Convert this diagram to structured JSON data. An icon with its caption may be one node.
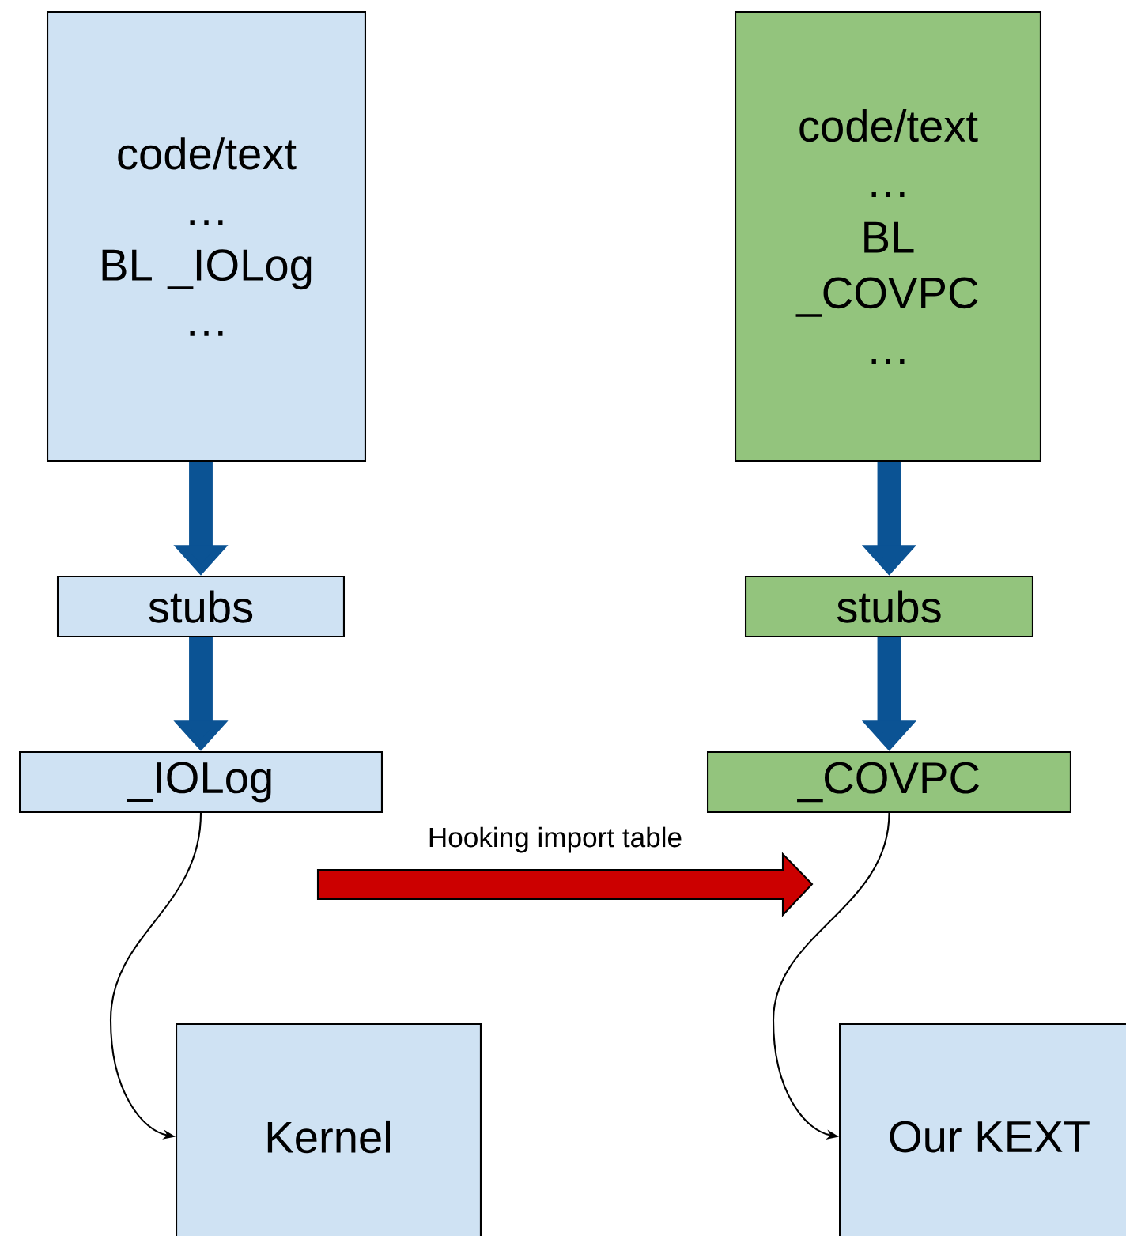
{
  "diagram": {
    "nodes": [
      {
        "text": [
          "code/text",
          "…",
          "BL _IOLog",
          "…"
        ]
      },
      {
        "text": [
          "stubs"
        ]
      },
      {
        "text": [
          "_IOLog"
        ]
      },
      {
        "text": [
          "Kernel"
        ]
      },
      {
        "text": [
          "code/text",
          "…",
          "BL _COVPC",
          "…"
        ]
      },
      {
        "text": [
          "stubs"
        ]
      },
      {
        "text": [
          "_COVPC"
        ]
      },
      {
        "text": [
          "Our KEXT"
        ]
      }
    ],
    "edges": [
      {
        "from": 0,
        "to": 1,
        "arrow": "to"
      },
      {
        "from": 1,
        "to": 2,
        "arrow": "to"
      },
      {
        "from": 2,
        "to": 3,
        "arrow": "to",
        "color": "#000000"
      },
      {
        "from": 4,
        "to": 5,
        "arrow": "to"
      },
      {
        "from": 5,
        "to": 6,
        "arrow": "to"
      },
      {
        "from": 6,
        "to": 7,
        "arrow": "to",
        "color": "#000000"
      }
    ],
    "labels": [
      "Hooking import table"
    ]
  }
}
